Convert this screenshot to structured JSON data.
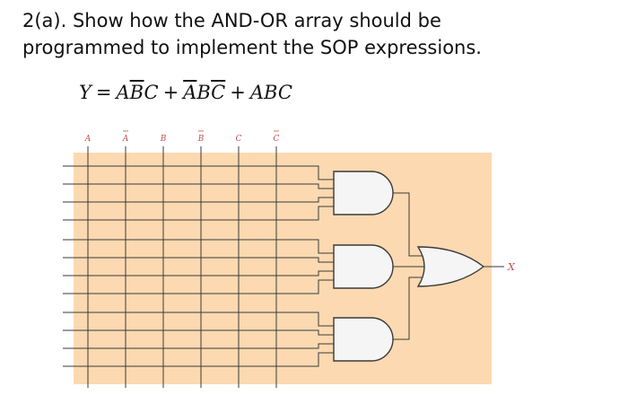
{
  "question": {
    "line1": "2(a). Show how the AND-OR array should be",
    "line2": "programmed to implement the SOP expressions."
  },
  "expression": {
    "lhs": "Y",
    "equals": "=",
    "plus": "+",
    "term1": [
      {
        "v": "A",
        "bar": false
      },
      {
        "v": "B",
        "bar": true
      },
      {
        "v": "C",
        "bar": false
      }
    ],
    "term2": [
      {
        "v": "A",
        "bar": true
      },
      {
        "v": "B",
        "bar": false
      },
      {
        "v": "C",
        "bar": true
      }
    ],
    "term3": [
      {
        "v": "A",
        "bar": false
      },
      {
        "v": "B",
        "bar": false
      },
      {
        "v": "C",
        "bar": false
      }
    ]
  },
  "diagram": {
    "input_labels": [
      {
        "v": "A",
        "bar": false
      },
      {
        "v": "A",
        "bar": true
      },
      {
        "v": "B",
        "bar": false
      },
      {
        "v": "B",
        "bar": true
      },
      {
        "v": "C",
        "bar": false
      },
      {
        "v": "C",
        "bar": true
      }
    ],
    "output_label": "X",
    "and_gate_count": 3,
    "lines_per_gate": 4,
    "colors": {
      "array_fill": "#fcd9b0",
      "wire": "#3a3a3a",
      "gate_fill": "#f5f5f5",
      "label": "#c0504d"
    }
  }
}
